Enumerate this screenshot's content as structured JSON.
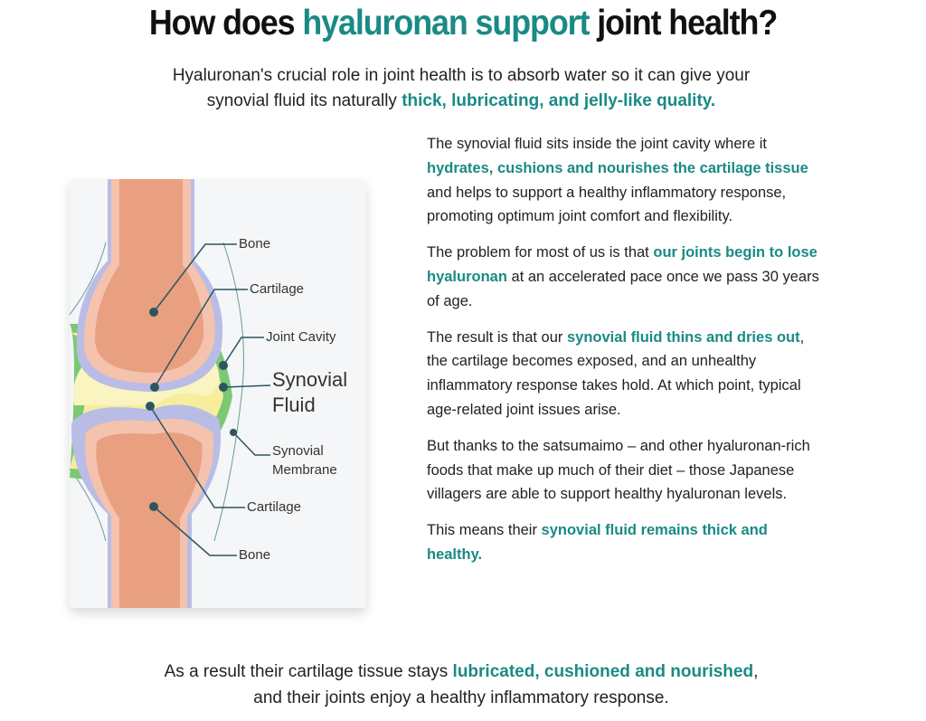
{
  "title": {
    "pre": "How does ",
    "accent": "hyaluronan support",
    "post": " joint health?"
  },
  "intro": {
    "text": "Hyaluronan's crucial role in joint health is to absorb water so it can give your synovial fluid its naturally ",
    "accent": "thick, lubricating, and jelly-like quality."
  },
  "paragraphs": [
    {
      "a": "The synovial fluid sits inside the joint cavity where it ",
      "b": "hydrates, cushions and nourishes the cartilage tissue",
      "c": " and helps to support a healthy inflammatory response, promoting optimum joint comfort and flexibility."
    },
    {
      "a": "The problem for most of us is that ",
      "b": "our joints begin to lose hyaluronan",
      "c": " at an accelerated pace once we pass 30 years of age."
    },
    {
      "a": "The result is that our ",
      "b": "synovial fluid thins and dries out",
      "c": ", the cartilage becomes exposed, and an unhealthy inflammatory response takes hold. At which point, typical age-related joint issues arise."
    },
    {
      "a": "But thanks to the satsumaimo – and other hyaluronan-rich foods that make up much of their diet – those Japanese villagers are able to support healthy hyaluronan levels.",
      "b": "",
      "c": ""
    },
    {
      "a": "This means their ",
      "b": "synovial fluid remains thick and healthy.",
      "c": ""
    }
  ],
  "outro": {
    "a": "As a result their cartilage tissue stays ",
    "b": "lubricated, cushioned and nourished",
    "c": ", and their joints enjoy a healthy inflammatory response."
  },
  "diagram": {
    "labels": {
      "bone_top": "Bone",
      "cartilage_top": "Cartilage",
      "joint_cavity": "Joint Cavity",
      "synovial_fluid_1": "Synovial",
      "synovial_fluid_2": "Fluid",
      "membrane_1": "Synovial",
      "membrane_2": "Membrane",
      "cartilage_bottom": "Cartilage",
      "bone_bottom": "Bone"
    }
  },
  "colors": {
    "accent": "#1a8a84"
  }
}
